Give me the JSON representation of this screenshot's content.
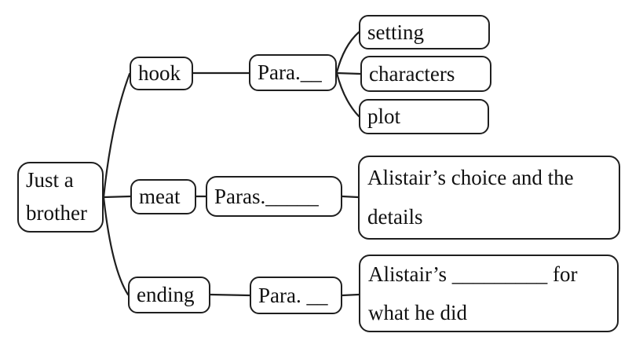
{
  "colors": {
    "line": "#1f1f1f",
    "text": "#111111",
    "background": "#ffffff"
  },
  "nodes": {
    "root": "Just a brother",
    "hook": "hook",
    "hook_para": "Para.__",
    "setting": "setting",
    "characters": "characters",
    "plot": "plot",
    "meat": "meat",
    "meat_para": "Paras._____",
    "meat_detail": "Alistair’s choice and the details",
    "ending": "ending",
    "ending_para": "Para. __",
    "ending_detail": "Alistair’s _________ for what he did"
  }
}
